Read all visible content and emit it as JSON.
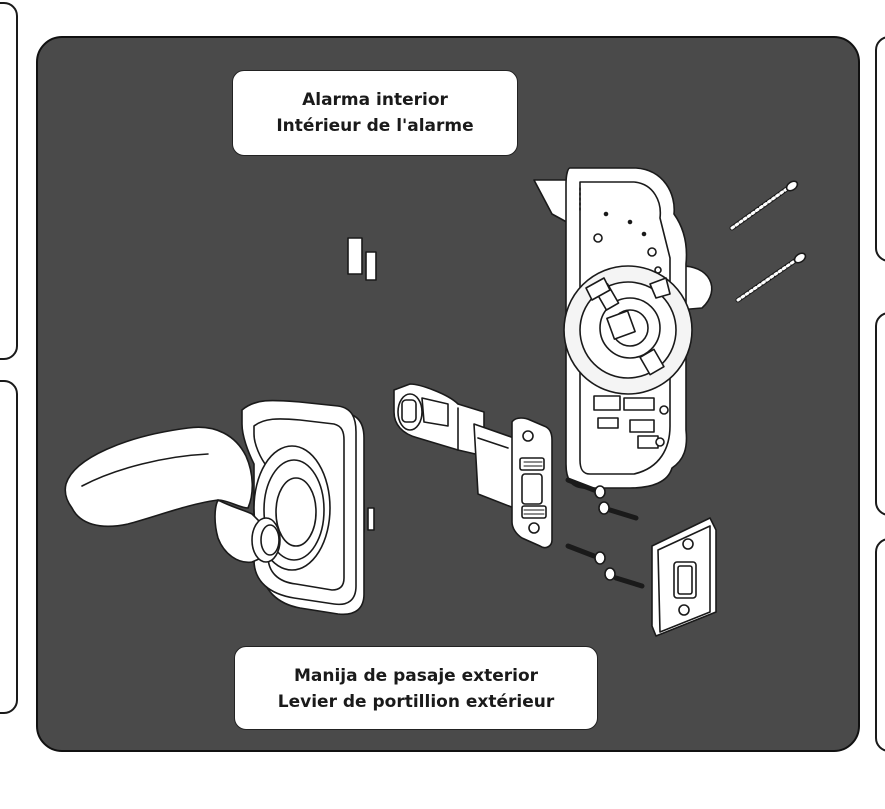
{
  "labels": {
    "interior": {
      "line1": "Alarma interior",
      "line2": "Intérieur de l'alarme"
    },
    "exterior": {
      "line1": "Manija de pasaje exterior",
      "line2": "Levier de portillion extérieur"
    }
  },
  "colors": {
    "panel_background": "#4a4a4a",
    "panel_border": "#111111",
    "line_art": "#1a1a1a",
    "part_fill": "#ffffff"
  },
  "parts": [
    "exterior-lever-handle",
    "latch-bolt",
    "interior-alarm-mounting-plate",
    "through-bolt-screws",
    "wood-screws",
    "strike-plate"
  ]
}
